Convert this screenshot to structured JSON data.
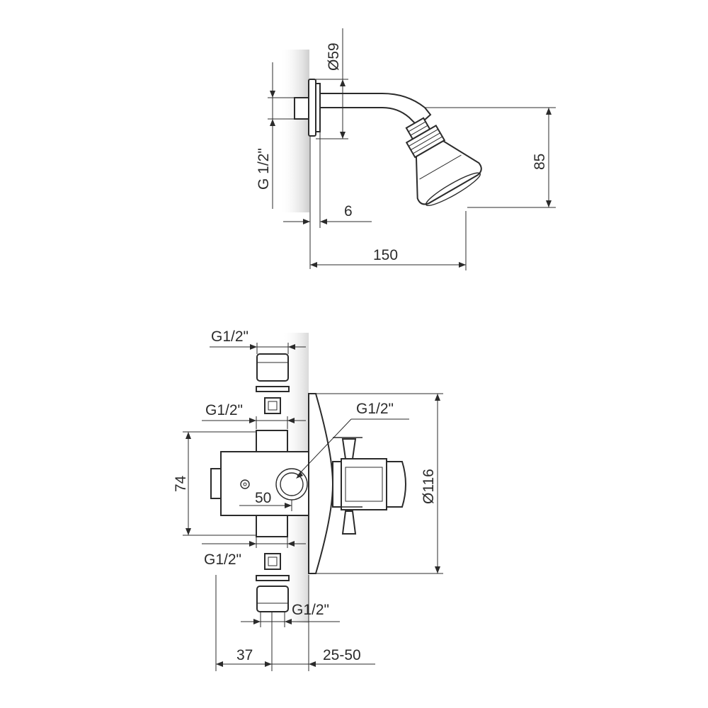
{
  "shower_head": {
    "labels": {
      "flange_diameter": "Ø59",
      "thread": "G 1/2\"",
      "height": "85",
      "flange_depth": "6",
      "projection": "150"
    }
  },
  "valve": {
    "labels": {
      "top_fitting_thread": "G1/2\"",
      "upper_port_thread": "G1/2\"",
      "center_port_thread": "G1/2\"",
      "body_height": "74",
      "port_diameter": "50",
      "flange_diameter": "Ø116",
      "lower_port_thread": "G1/2\"",
      "bottom_fitting_thread": "G1/2\"",
      "axis_offset": "37",
      "wall_range": "25-50"
    }
  }
}
